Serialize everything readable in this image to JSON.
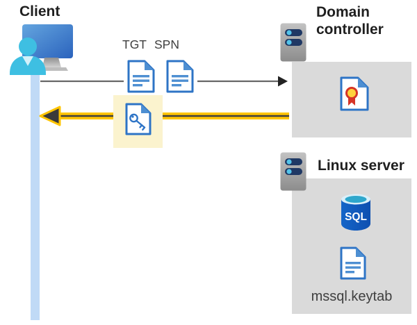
{
  "client": {
    "label": "Client"
  },
  "flow": {
    "tgt_label": "TGT",
    "spn_label": "SPN"
  },
  "domain_controller": {
    "label_line1": "Domain",
    "label_line2": "controller"
  },
  "linux_server": {
    "label": "Linux server",
    "sql_icon_text": "SQL",
    "keytab_label": "mssql.keytab"
  },
  "icons": {
    "client": "user-at-monitor-icon",
    "tgt_document": "document-icon",
    "spn_document": "document-icon",
    "service_ticket": "key-document-icon",
    "domain_controller_server": "server-icon",
    "certificate": "certificate-icon",
    "linux_server": "server-icon",
    "sql_database": "sql-database-icon",
    "keytab_document": "document-icon"
  },
  "colors": {
    "highlight_box": "#fbf3ce",
    "return_arrow_yellow": "#ffc400",
    "client_lifeline_blue": "#c0daf6",
    "container_box_gray": "#dadada",
    "document_blue": "#2e74c6",
    "document_fill_blue": "#4e8fd2",
    "server_slot_navy": "#1f3864",
    "server_dot_cyan": "#53c4ea",
    "sql_cylinder_blue": "#1157be",
    "sql_top_teal": "#2ea7cc",
    "certificate_red": "#d63426",
    "certificate_gold": "#ffd23c",
    "person_cyan": "#3ebfe2",
    "monitor_blue": "#2b63bd",
    "request_arrow_gray": "#666666"
  }
}
